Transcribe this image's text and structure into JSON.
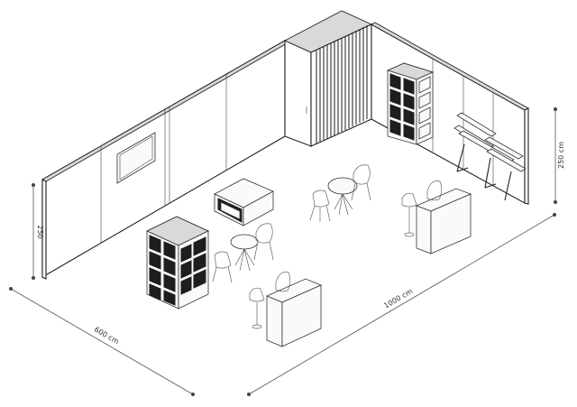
{
  "dimensions": {
    "left_width": "600 cm",
    "right_length": "1000 cm",
    "height_right": "250 cm",
    "height_left": "250"
  },
  "colors": {
    "line": "#222222",
    "wall_top": "#d9d9d9",
    "dark_fill": "#1e1e1e",
    "background": "#ffffff"
  }
}
